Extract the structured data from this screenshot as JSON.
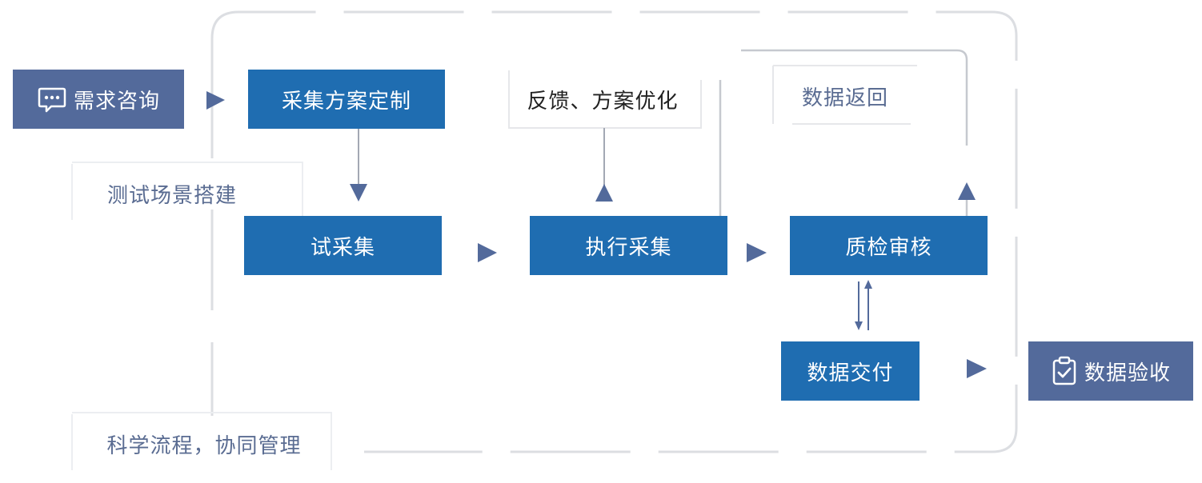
{
  "nodes": {
    "consult": "需求咨询",
    "plan": "采集方案定制",
    "trial": "试采集",
    "execute": "执行采集",
    "qc": "质检审核",
    "deliver": "数据交付",
    "accept": "数据验收"
  },
  "labels": {
    "scene": "测试场景搭建",
    "feedback": "反馈、方案优化",
    "return": "数据返回",
    "process": "科学流程，协同管理"
  },
  "icons": {
    "consult": "chat-bubble-icon",
    "accept": "clipboard-check-icon"
  },
  "colors": {
    "primary_node": "#1f6db1",
    "endpoint_node": "#536a9b",
    "arrow": "#536a9b",
    "connector": "#c6c9cf",
    "frame_dash": "#dcdee2",
    "label_text": "#5a6c92"
  }
}
